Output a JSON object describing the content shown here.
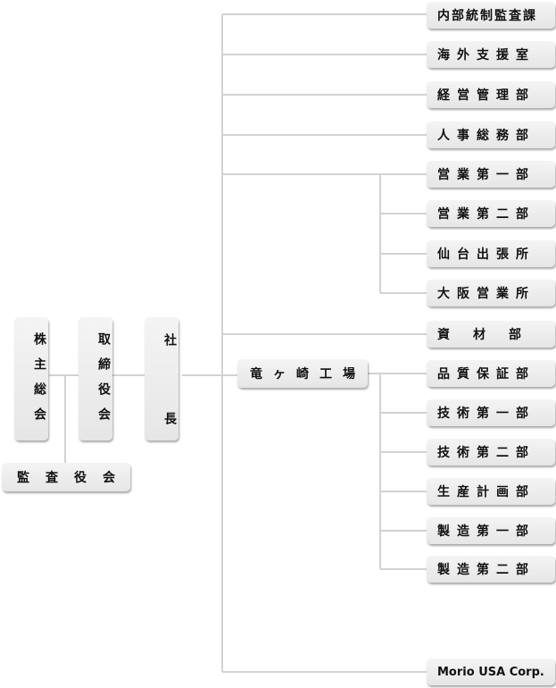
{
  "diagram": {
    "shareholders": "株主総会",
    "board": "取締役会",
    "auditors": "監査役会",
    "president": "社　　　長",
    "factory": "竜ヶ崎工場",
    "head_office_departments": [
      "内部統制監査課",
      "海外支援室",
      "経営管理部",
      "人事総務部",
      "営業第一部",
      "営業第二部",
      "仙台出張所",
      "大阪営業所",
      "資　材　部"
    ],
    "factory_departments": [
      "品質保証部",
      "技術第一部",
      "技術第二部",
      "生産計画部",
      "製造第一部",
      "製造第二部"
    ],
    "overseas_subsidiary": "Morio USA Corp."
  }
}
